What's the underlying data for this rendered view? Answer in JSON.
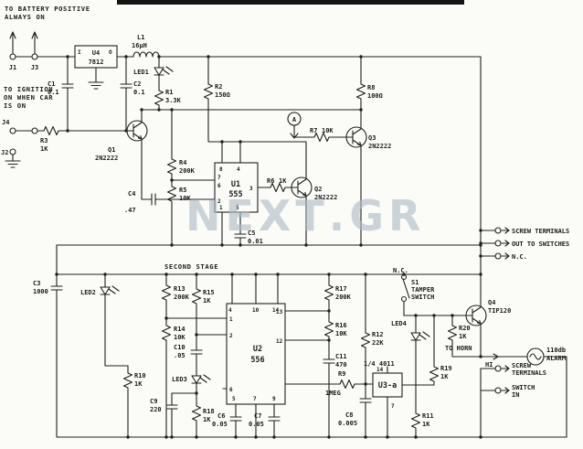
{
  "watermark": "ΝΕΧΤ.GR",
  "notes": {
    "battery1": "TO BATTERY POSITIVE",
    "battery2": "ALWAYS ON",
    "ignition1": "TO IGNITION",
    "ignition2": "ON WHEN CAR",
    "ignition3": "IS ON",
    "second_stage": "SECOND STAGE",
    "node_a": "A",
    "to_horn": "TO HORN",
    "hi": "HI",
    "alarm1": "110db",
    "alarm2": "ALARM"
  },
  "terminals": {
    "j1": "J1",
    "j3": "J3",
    "j4": "J4",
    "j2": "J2",
    "screw_top": "SCREW TERMINALS",
    "out_switches": "OUT TO SWITCHES",
    "nc_top": "N.C.",
    "screw_bot1": "SCREW",
    "screw_bot2": "TERMINALS",
    "switch_bot1": "SWITCH",
    "switch_bot2": "IN"
  },
  "switch_s1": {
    "nc": "N.C.",
    "ref": "S1",
    "label1": "TAMPER",
    "label2": "SWITCH"
  },
  "ics": {
    "u4": {
      "ref": "U4",
      "part": "7812",
      "in": "I",
      "out": "O"
    },
    "u1": {
      "ref": "U1",
      "part": "555",
      "p8": "8",
      "p4": "4",
      "p7": "7",
      "p6": "6",
      "p2": "2",
      "p3": "3",
      "p1": "1",
      "p5": "5"
    },
    "u2": {
      "ref": "U2",
      "part": "556",
      "p4": "4",
      "p10": "10",
      "p14": "14",
      "p1": "1",
      "p2": "2",
      "p6": "6",
      "p13": "13",
      "p12": "12",
      "p5": "5",
      "p7": "7",
      "p9": "9"
    },
    "u3": {
      "ref": "U3-a",
      "part": "1/4 4011",
      "p14": "14",
      "p7": "7"
    }
  },
  "transistors": {
    "q1": {
      "ref": "Q1",
      "part": "2N2222"
    },
    "q2": {
      "ref": "Q2",
      "part": "2N2222"
    },
    "q3": {
      "ref": "Q3",
      "part": "2N2222"
    },
    "q4": {
      "ref": "Q4",
      "part": "TIP120"
    }
  },
  "resistors": {
    "r1": {
      "ref": "R1",
      "val": "3.3K"
    },
    "r2": {
      "ref": "R2",
      "val": "150Ω"
    },
    "r3": {
      "ref": "R3",
      "val": "1K"
    },
    "r4": {
      "ref": "R4",
      "val": "200K"
    },
    "r5": {
      "ref": "R5",
      "val": "10K"
    },
    "r6": {
      "ref": "R6",
      "val": "1K"
    },
    "r7": {
      "ref": "R7",
      "val": "10K"
    },
    "r8": {
      "ref": "R8",
      "val": "100Ω"
    },
    "r9": {
      "ref": "R9",
      "val": "1MEG"
    },
    "r10": {
      "ref": "R10",
      "val": "1K"
    },
    "r11": {
      "ref": "R11",
      "val": "1K"
    },
    "r12": {
      "ref": "R12",
      "val": "22K"
    },
    "r13": {
      "ref": "R13",
      "val": "200K"
    },
    "r14": {
      "ref": "R14",
      "val": "10K"
    },
    "r15": {
      "ref": "R15",
      "val": "1K"
    },
    "r16": {
      "ref": "R16",
      "val": "10K"
    },
    "r17": {
      "ref": "R17",
      "val": "200K"
    },
    "r18": {
      "ref": "R18",
      "val": "1K"
    },
    "r19": {
      "ref": "R19",
      "val": "1K"
    },
    "r20": {
      "ref": "R20",
      "val": "1K"
    }
  },
  "capacitors": {
    "c1": {
      "ref": "C1",
      "val": "0.1"
    },
    "c2": {
      "ref": "C2",
      "val": "0.1"
    },
    "c3": {
      "ref": "C3",
      "val": "1000"
    },
    "c4": {
      "ref": "C4",
      "val": ".47"
    },
    "c5": {
      "ref": "C5",
      "val": "0.01"
    },
    "c6": {
      "ref": "C6",
      "val": "0.05"
    },
    "c7": {
      "ref": "C7",
      "val": "0.05"
    },
    "c8": {
      "ref": "C8",
      "val": "0.005"
    },
    "c9": {
      "ref": "C9",
      "val": "220"
    },
    "c10": {
      "ref": "C10",
      "val": ".05"
    },
    "c11": {
      "ref": "C11",
      "val": "470"
    }
  },
  "inductor": {
    "ref": "L1",
    "val": "16μH"
  },
  "leds": {
    "led1": "LED1",
    "led2": "LED2",
    "led3": "LED3",
    "led4": "LED4"
  }
}
